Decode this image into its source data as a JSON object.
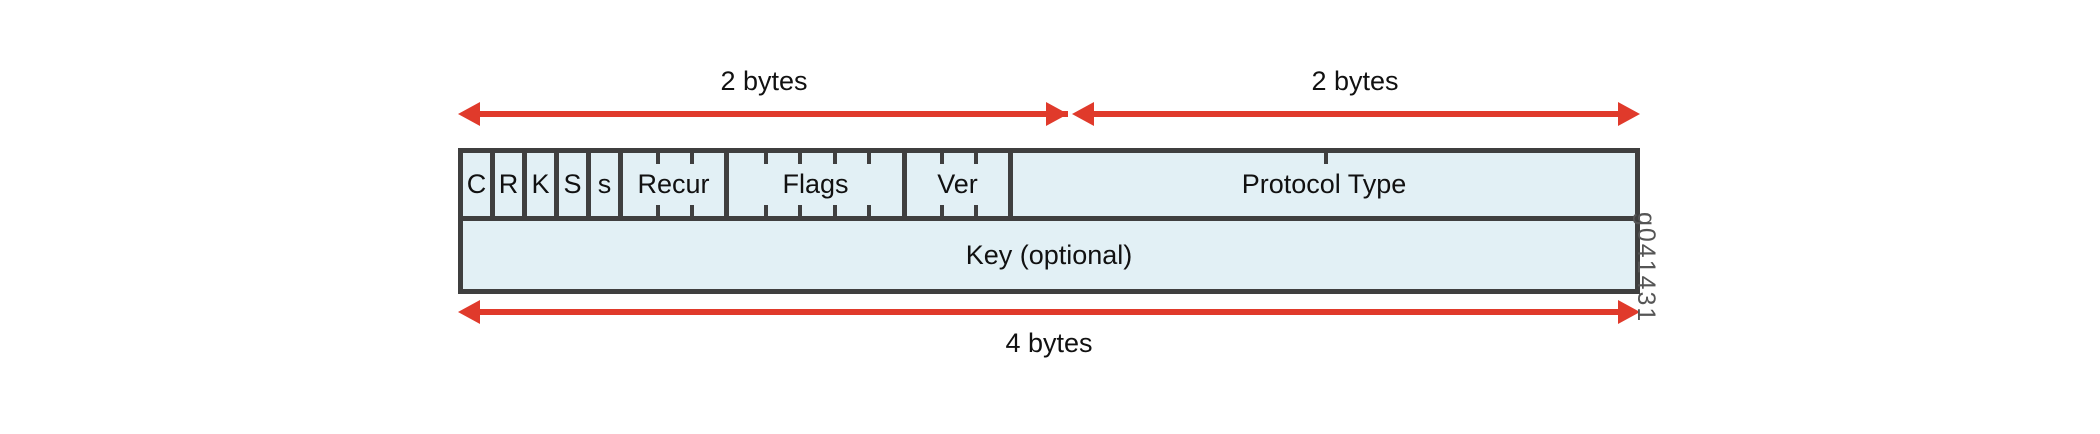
{
  "figure": {
    "id_label": "g041431",
    "colors": {
      "arrow_red": "#E03A2B",
      "cell_fill": "#E2F0F5",
      "border": "#3F3F3F",
      "text": "#111111"
    }
  },
  "annotations": {
    "top_left_span": "2 bytes",
    "top_right_span": "2 bytes",
    "bottom_span": "4 bytes"
  },
  "header": {
    "row1": {
      "fields": [
        {
          "label": "C",
          "bits": 1,
          "ticks": 0
        },
        {
          "label": "R",
          "bits": 1,
          "ticks": 0
        },
        {
          "label": "K",
          "bits": 1,
          "ticks": 0
        },
        {
          "label": "S",
          "bits": 1,
          "ticks": 0
        },
        {
          "label": "s",
          "bits": 1,
          "ticks": 0
        },
        {
          "label": "Recur",
          "bits": 3,
          "ticks": 2
        },
        {
          "label": "Flags",
          "bits": 5,
          "ticks": 4
        },
        {
          "label": "Ver",
          "bits": 3,
          "ticks": 2
        },
        {
          "label": "Protocol Type",
          "bits": 16,
          "ticks": 1
        }
      ]
    },
    "row2": {
      "fields": [
        {
          "label": "Key (optional)",
          "bits": 32,
          "ticks": 0
        }
      ]
    }
  }
}
